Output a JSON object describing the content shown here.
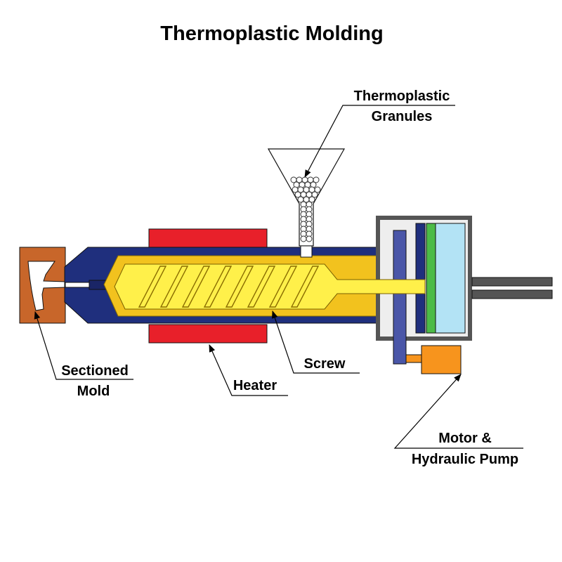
{
  "title": "Thermoplastic Molding",
  "labels": {
    "granules": [
      "Thermoplastic",
      "Granules"
    ],
    "mold": [
      "Sectioned",
      "Mold"
    ],
    "heater": "Heater",
    "screw": "Screw",
    "motor": [
      "Motor &",
      "Hydraulic Pump"
    ]
  },
  "colors": {
    "mold": "#C8662A",
    "barrel": "#1F2F7D",
    "heater": "#E8202A",
    "cavity": "#F2C21E",
    "screw": "#FFF04A",
    "motor": "#F7941D",
    "reservoir": "#B3E3F5",
    "seal": "#4CBB47",
    "piston": "#4A56A8",
    "housing": "#555555",
    "rods": "#555555"
  }
}
